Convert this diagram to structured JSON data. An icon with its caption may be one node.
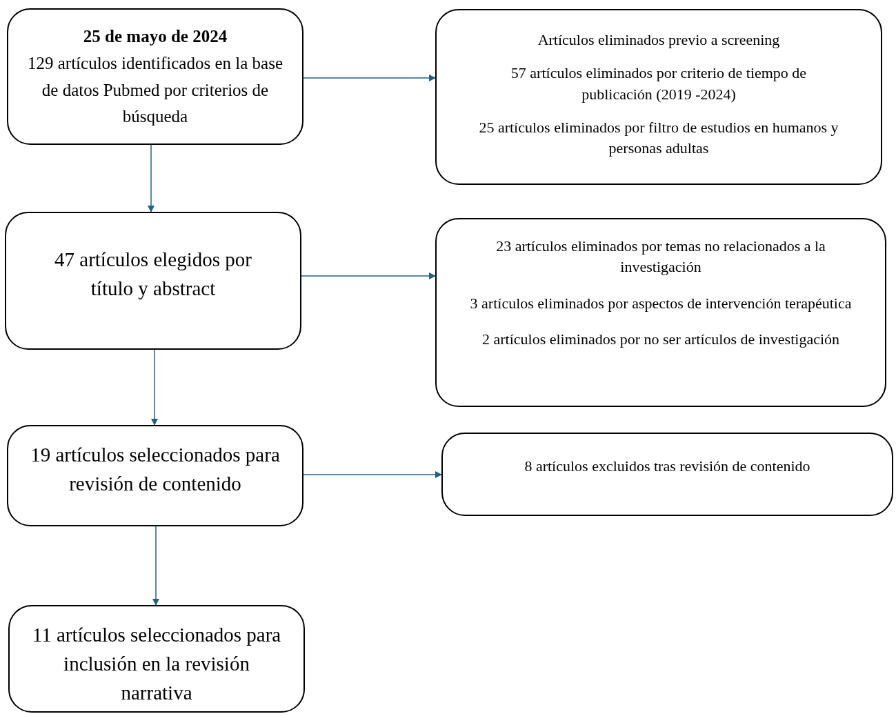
{
  "diagram": {
    "nodes": [
      {
        "text": [
          "25 de mayo de 2024",
          "129 artículos identificados en la base de datos Pubmed por criterios de búsqueda"
        ]
      },
      {
        "text": [
          "Artículos eliminados previo a screening",
          "57 artículos eliminados por criterio de tiempo de publicación (2019 -2024)",
          "25 artículos eliminados por filtro de estudios en humanos y personas adultas"
        ]
      },
      {
        "text": [
          "47 artículos elegidos por título y abstract"
        ]
      },
      {
        "text": [
          "23 artículos eliminados por temas no relacionados a la investigación",
          "3 artículos eliminados por aspectos de intervención terapéutica",
          "2 artículos eliminados por no ser artículos de investigación"
        ]
      },
      {
        "text": [
          "19 artículos seleccionados para revisión de contenido"
        ]
      },
      {
        "text": [
          "8 artículos excluidos tras revisión de contenido"
        ]
      },
      {
        "text": [
          "11 artículos seleccionados para inclusión en la revisión narrativa"
        ]
      }
    ],
    "edges": [
      {
        "from": 0,
        "to": 1,
        "arrow": "to"
      },
      {
        "from": 0,
        "to": 2,
        "arrow": "to"
      },
      {
        "from": 2,
        "to": 3,
        "arrow": "to"
      },
      {
        "from": 2,
        "to": 4,
        "arrow": "to"
      },
      {
        "from": 4,
        "to": 5,
        "arrow": "to"
      },
      {
        "from": 4,
        "to": 6,
        "arrow": "to"
      }
    ]
  }
}
